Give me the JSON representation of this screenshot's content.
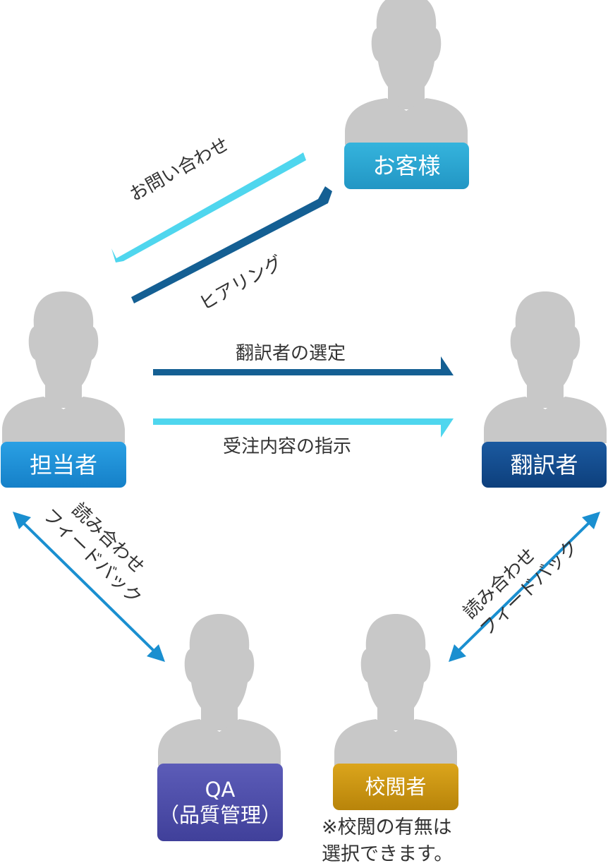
{
  "people": {
    "customer": {
      "label": "お客様",
      "color": "#2aa3d0"
    },
    "manager": {
      "label": "担当者",
      "color": "#1f8fd6"
    },
    "translator": {
      "label": "翻訳者",
      "color": "#0f4a8c"
    },
    "qa": {
      "label_line1": "QA",
      "label_line2": "（品質管理）",
      "color": "#4e4fa6"
    },
    "proofreader": {
      "label": "校閲者",
      "color": "#c99410"
    }
  },
  "arrows": {
    "inquiry": "お問い合わせ",
    "hearing": "ヒアリング",
    "select_translator": "翻訳者の選定",
    "order_instructions": "受注内容の指示",
    "left_feedback_line1": "読み合わせ",
    "left_feedback_line2": "フィードバック",
    "right_feedback_line1": "読み合わせ",
    "right_feedback_line2": "フィードバック"
  },
  "note": {
    "line1": "※校閲の有無は",
    "line2": "選択できます。"
  },
  "colors": {
    "silhouette": "#c8c8c8",
    "light_arrow": "#4fd6ee",
    "dark_arrow": "#145f93",
    "feedback_arrow": "#1a8fd0"
  }
}
